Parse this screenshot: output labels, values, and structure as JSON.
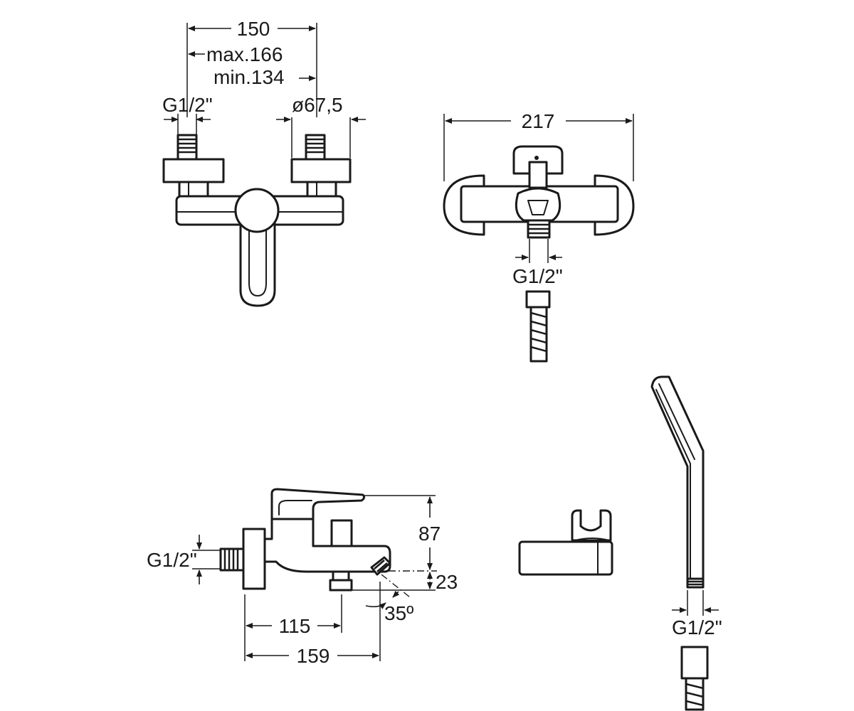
{
  "front_view": {
    "dim_width": "150",
    "dim_max": "max.166",
    "dim_min": "min.134",
    "dim_inlet": "G1/2\"",
    "dim_diameter": "ø67,5"
  },
  "top_view": {
    "dim_width": "217",
    "dim_outlet": "G1/2\""
  },
  "side_view": {
    "dim_inlet": "G1/2\"",
    "dim_height": "87",
    "dim_spout_height": "23",
    "dim_angle": "35º",
    "dim_outlet_offset": "115",
    "dim_spout_reach": "159"
  },
  "hand_shower": {
    "dim_connection": "G1/2\""
  }
}
